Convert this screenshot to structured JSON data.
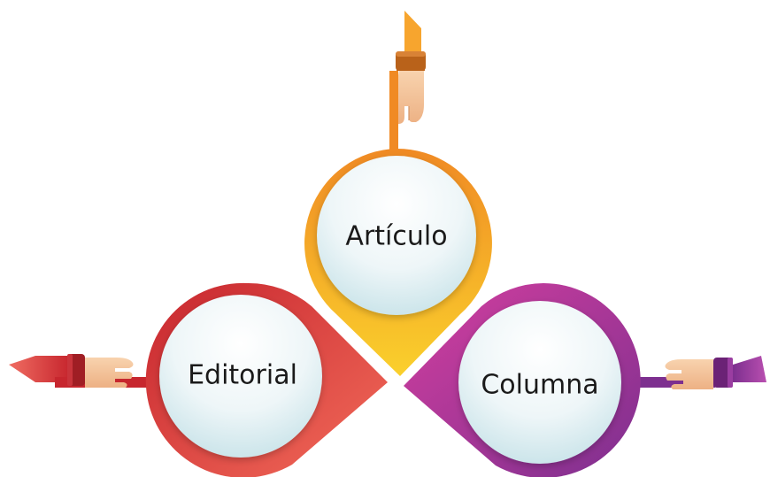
{
  "diagram": {
    "nodes": [
      {
        "id": "articulo",
        "label": "Artículo",
        "color": "#F5A623",
        "pointer": "up"
      },
      {
        "id": "editorial",
        "label": "Editorial",
        "color": "#E0403A",
        "pointer": "left"
      },
      {
        "id": "columna",
        "label": "Columna",
        "color": "#9B3A9C",
        "pointer": "right"
      }
    ],
    "colors": {
      "orange_light": "#F9C33A",
      "orange_dark": "#F08A24",
      "red_light": "#F0625A",
      "red_dark": "#C7262E",
      "purple_light": "#C93C9E",
      "purple_dark": "#7D2F8F",
      "inner_circle_top": "#FFFFFF",
      "inner_circle_bottom": "#CFE7EC",
      "skin": "#F4C49A",
      "cuff_orange": "#C46A1C",
      "cuff_red": "#A01E24",
      "cuff_purple": "#6B2276"
    }
  }
}
